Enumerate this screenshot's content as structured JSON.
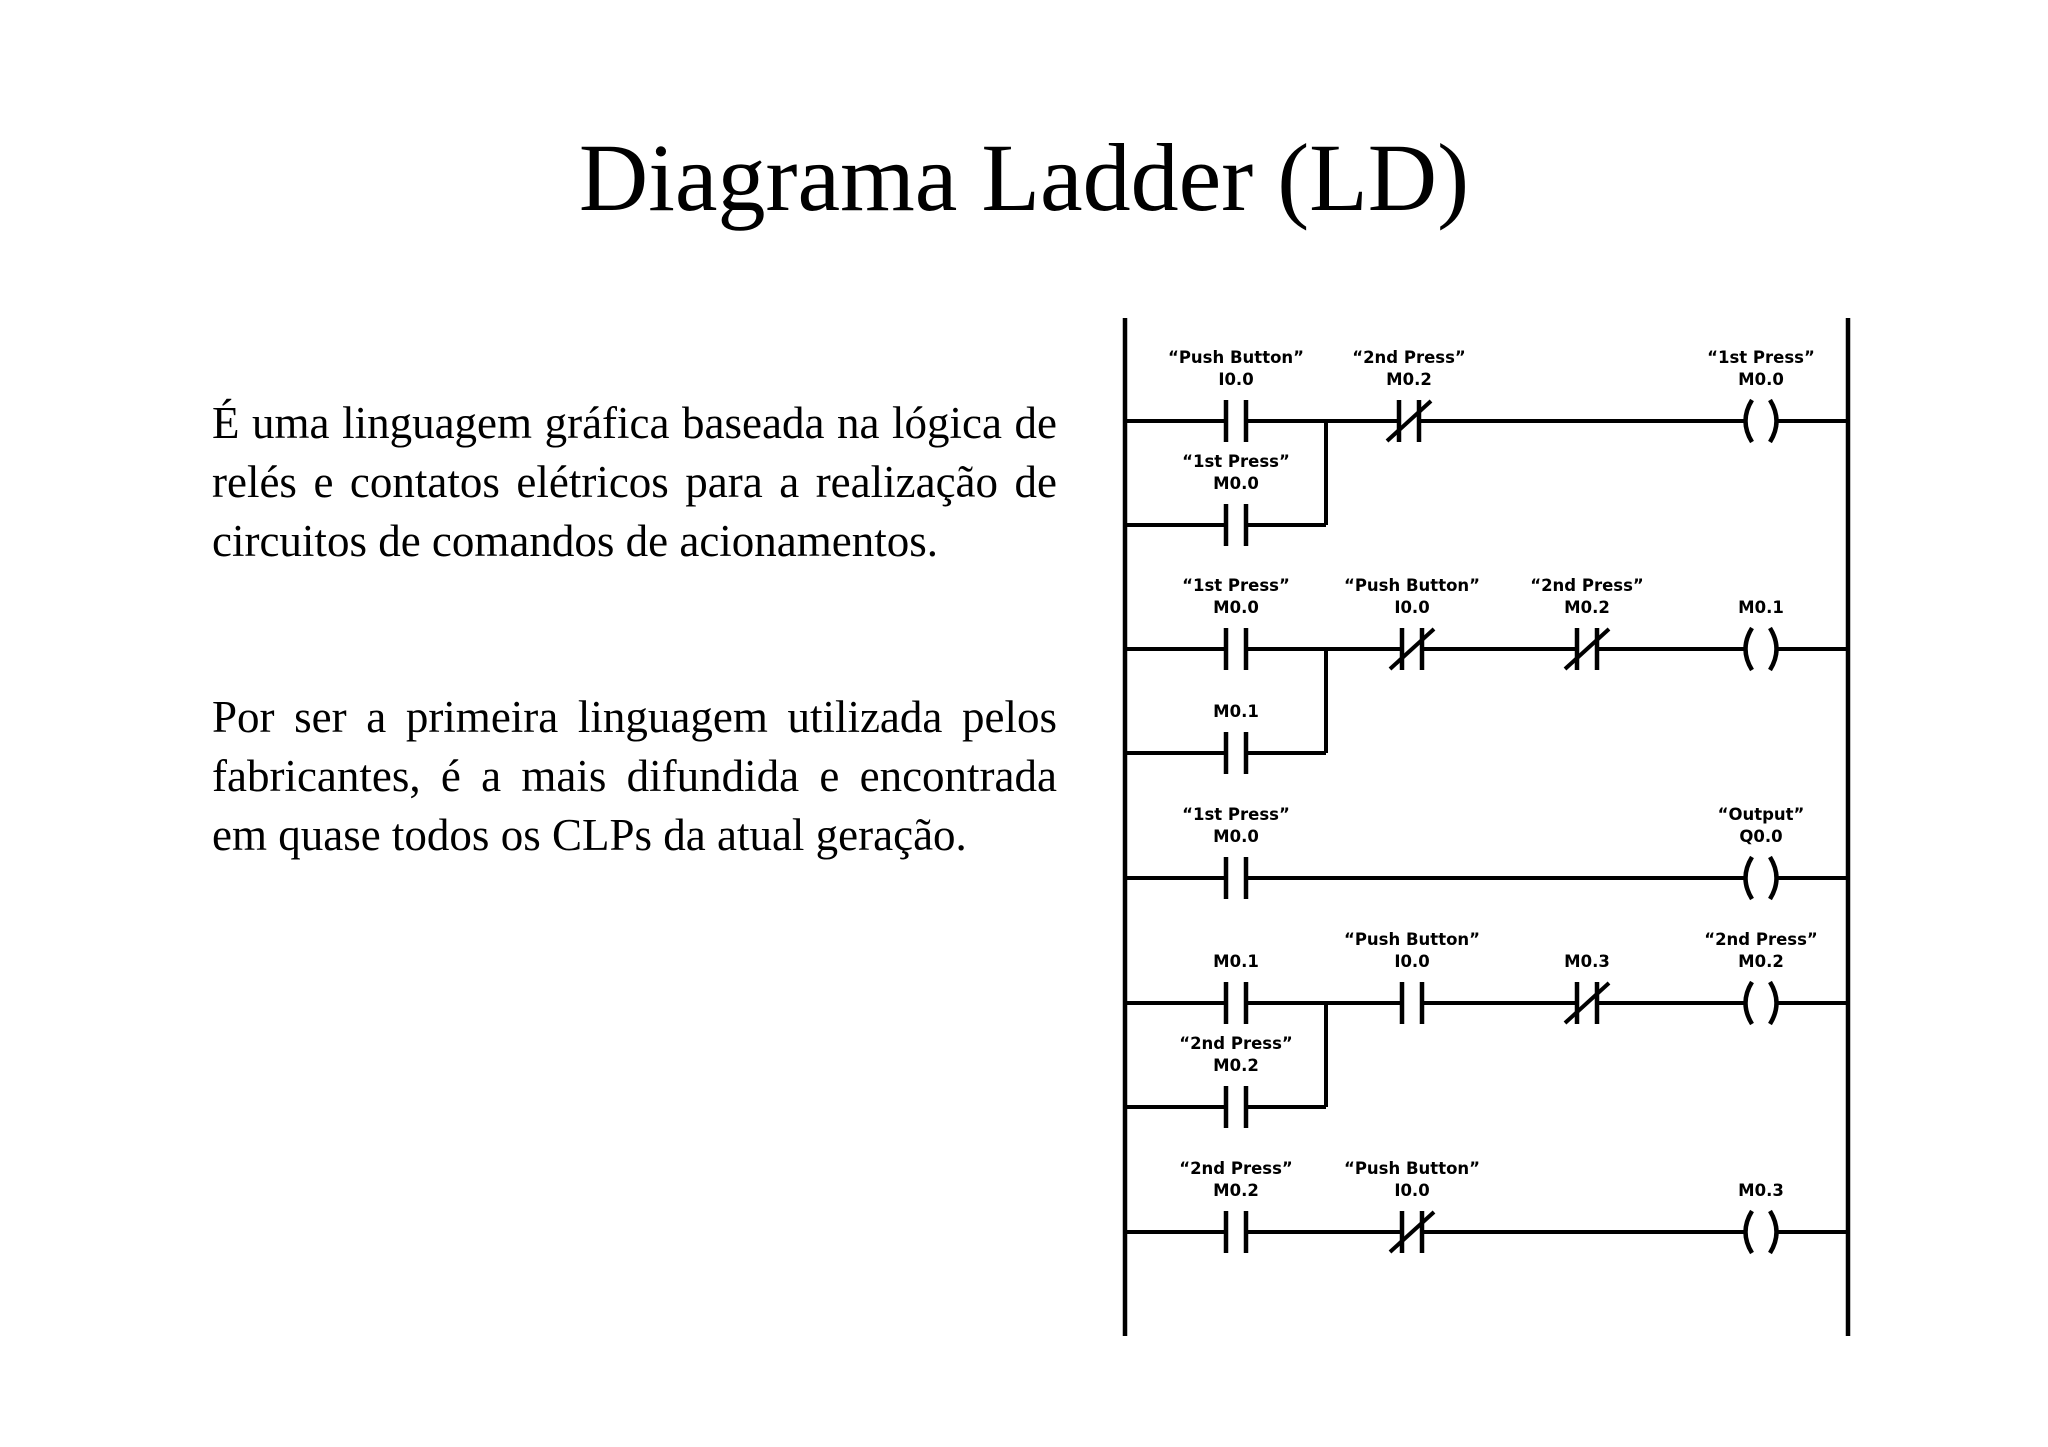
{
  "title": "Diagrama Ladder (LD)",
  "paragraphs": [
    "É uma linguagem gráfica baseada na lógica de relés e contatos elétricos para a realização de circuitos de comandos de acionamentos.",
    "Por ser a primeira linguagem utilizada pelos fabricantes, é a mais difundida e encontrada em quase todos os CLPs da atual geração."
  ],
  "ladder": {
    "rungs": [
      {
        "contacts": [
          {
            "type": "NO",
            "tag": "“Push Button”",
            "address": "I0.0"
          },
          {
            "type": "NC",
            "tag": "“2nd Press”",
            "address": "M0.2"
          }
        ],
        "branch": {
          "type": "NO",
          "tag": "“1st Press”",
          "address": "M0.0"
        },
        "coil": {
          "tag": "“1st Press”",
          "address": "M0.0"
        }
      },
      {
        "contacts": [
          {
            "type": "NO",
            "tag": "“1st Press”",
            "address": "M0.0"
          },
          {
            "type": "NC",
            "tag": "“Push Button”",
            "address": "I0.0"
          },
          {
            "type": "NC",
            "tag": "“2nd Press”",
            "address": "M0.2"
          }
        ],
        "branch": {
          "type": "NO",
          "tag": "",
          "address": "M0.1"
        },
        "coil": {
          "tag": "",
          "address": "M0.1"
        }
      },
      {
        "contacts": [
          {
            "type": "NO",
            "tag": "“1st Press”",
            "address": "M0.0"
          }
        ],
        "branch": null,
        "coil": {
          "tag": "“Output”",
          "address": "Q0.0"
        }
      },
      {
        "contacts": [
          {
            "type": "NO",
            "tag": "",
            "address": "M0.1"
          },
          {
            "type": "NO",
            "tag": "“Push Button”",
            "address": "I0.0"
          },
          {
            "type": "NC",
            "tag": "",
            "address": "M0.3"
          }
        ],
        "branch": {
          "type": "NO",
          "tag": "“2nd Press”",
          "address": "M0.2"
        },
        "coil": {
          "tag": "“2nd Press”",
          "address": "M0.2"
        }
      },
      {
        "contacts": [
          {
            "type": "NO",
            "tag": "“2nd Press”",
            "address": "M0.2"
          },
          {
            "type": "NC",
            "tag": "“Push Button”",
            "address": "I0.0"
          }
        ],
        "branch": null,
        "coil": {
          "tag": "",
          "address": "M0.3"
        }
      }
    ]
  }
}
